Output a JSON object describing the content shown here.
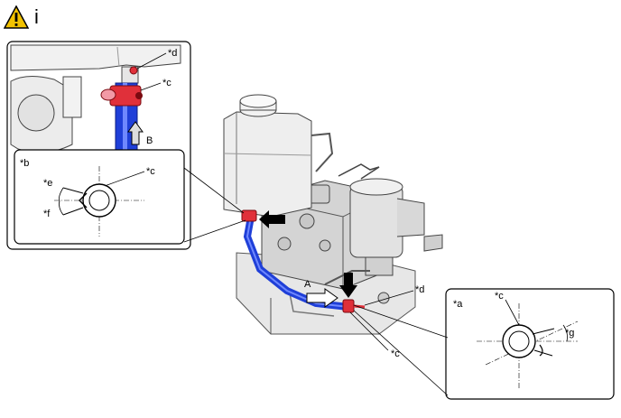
{
  "header": {
    "icon": "warning-triangle-icon",
    "label": "i"
  },
  "colors": {
    "hose": "#1f3fd8",
    "clamp": "#e0303a",
    "warning": "#f2c200"
  },
  "callouts": {
    "top_d": "*d",
    "top_c": "*c",
    "arrow_b": "B",
    "inset_b": "*b",
    "inset_b_c": "*c",
    "inset_e": "*e",
    "inset_f": "*f",
    "main_d": "*d",
    "main_c": "*c",
    "arrow_a": "A",
    "inset_a": "*a",
    "inset_a_c": "*c",
    "inset_g": "*g"
  }
}
